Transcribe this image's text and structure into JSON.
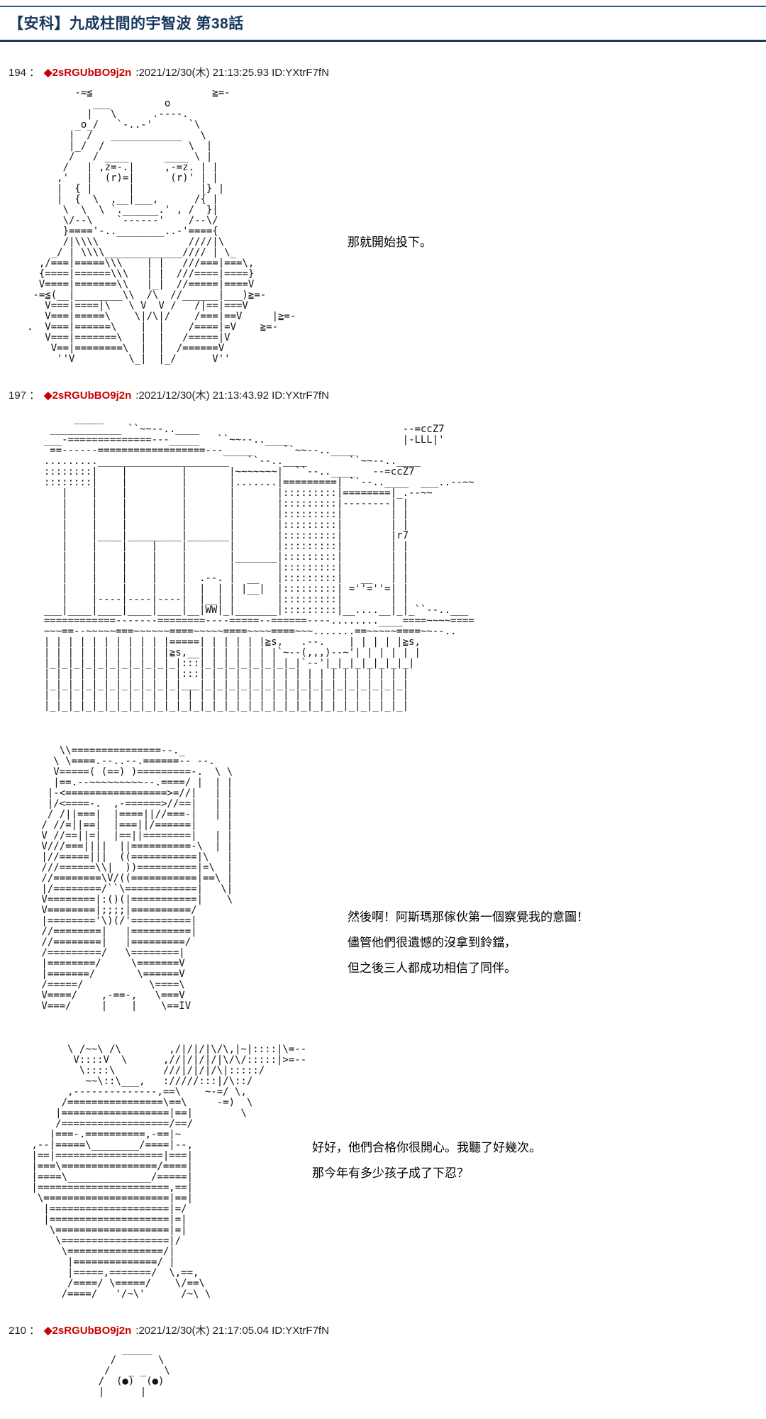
{
  "page": {
    "title": "【安科】九成柱間的宇智波 第38話"
  },
  "colors": {
    "title_navy": "#17375e",
    "rule_top": "#2f5793",
    "tripcode_red": "#cc0000",
    "text": "#000000",
    "background": "#ffffff"
  },
  "posts": [
    {
      "number": "194",
      "sep": "：",
      "tripcode": "◆2sRGUbBO9j2n",
      "meta": ":2021/12/30(木) 21:13:25.93 ID:YXtrF7fN",
      "segments": [
        {
          "aa": [
            "        -=≦                    ≧=-",
            "           ___         o",
            "          |   \\      .----.",
            "        _o_/   `-..-'      `\\",
            "       |  /   ____________   \\",
            "       |_/  /              \\  |",
            "       /   / ____      ____ \\ |",
            "      /   | ,z=-.|     ,-=z. | |",
            "     ,'   |  (r)=|      (r)' | |",
            "     |  { |      |           |} |",
            "     |  {  \\  ,__|___,      /{ |",
            "      \\  \\  \\ `.______.' , /  }|",
            "      \\/--\\    `------'    /--\\/",
            "      }===='-..________..-'===={",
            "      /|\\\\\\\\               ////|\\",
            "    _/ | \\\\\\\\_____________//// | \\_",
            "  ,/===|=====\\\\\\    | |   ///===|===\\,",
            "  {====|======\\\\\\   | |  ///====|====}",
            "  V====|=======\\\\   |_|  //=====|====V",
            " -=≦(__|________\\\\  /\\  //______|___)≧=-",
            "   V===|====|\\   \\ V  V /   /|==|===V",
            "   V===|=====\\    \\|/\\|/    /===|==V     |≧=-",
            ".  V===|======\\    |  |    /====|=V    ≧=-",
            "   V===|=======\\   |  |   /=====|V",
            "    V==|========\\  |  |  /======V",
            "     ''V         \\_|  |_/      V''"
          ],
          "dialogue": [
            "那就開始投下。"
          ]
        }
      ]
    },
    {
      "number": "197",
      "sep": "：",
      "tripcode": "◆2sRGUbBO9j2n",
      "meta": ":2021/12/30(木) 21:13:43.92 ID:YXtrF7fN",
      "segments": [
        {
          "aa": [
            "       _____",
            "   ____________ ``~~--..____                                  --=ccZ7",
            "  ___-==============---_____   ``~~--..____                   |-LLL|'",
            "   ==------==================---_____     ``~~--..____",
            "  .........______________________   ``--..____       ``~~--..____",
            "  ::::::::|    |         |       |~~~~~~~|  ``--..____   --=ccZ7",
            "  ::::::::|    |         |       |.......|=========| ``--..____  ___..--~~",
            "     |    |    |         |       |       |:::::::::|========|_.--~~",
            "     |    |    |         |       |       |:::::::::|--------| |",
            "     |    |    |         |       |       |:::::::::|        | |",
            "     |    |    |         |       |       |:::::::::|        | |",
            "     |    |____|_________|_______|       |:::::::::|        |r7",
            "     |    |    |    |    |       |       |:::::::::|        | |",
            "     |    |    |    |    |       |_______|:::::::::|        | |",
            "     |    |    |    |    |       |       |:::::::::|        | |",
            "     |    |    |    |    |  .--. |  __   |:::::::::|   __   | |",
            "     |    |    |    |    |  |  | | |__|  |:::::::::| =''=''=| |",
            "     |    |----|----|----|  |__| |       |:::::::::|        | |",
            "  ___|____|____|____|____|__|WW|_|_______|:::::::::|__....__|_|_``--..___",
            "  ============-------========----=====--======----........____====~~~~====",
            "  ~~~==--~~~~~===~~~~~~====~~~~~====~~~~====~~~.......==~~~~~====~~--..",
            "  | | | | | | | | | | |=====| | | | | |≧s,   .--.    | | | | |≧s,",
            "  | | | | | | | | | | |≧s,__| | | | | | |`~--(,,,)--~'| | | | | |",
            "  |_|_|_|_|_|_|_|_|_|_|_|:::|_|_|_|_|_|_|_|_|`--'|_|_|_|_|_|_|_|",
            "  | | | | | | | | | | | |:::| | | | | | | | | | | | | | | | | |",
            "  |_|_|_|_|_|_|_|_|_|_|_|___|_|_|_|_|_|_|_|_|_|_|_|_|_|_|_|_|_|",
            "  | | | | | | | | | | | | | | | | | | | | | | | | | | | | | | |",
            "  |_|_|_|_|_|_|_|_|_|_|_|_|_|_|_|_|_|_|_|_|_|_|_|_|_|_|_|_|_|_|"
          ]
        },
        {
          "aa": [
            "    \\\\===============--._",
            "   \\ \\====.--..--.======-- --.",
            "   V=====( (==) )=========-.  \\ \\",
            "   |==.--~~~~~~~~~--.====/ |  | |",
            "  |-<=================>=//|   | |",
            "  |/<====-.  ,-======>//==|   | |",
            "  / /||===|  |====||//===-|   | |",
            " / //=||==|  |===||/======|     |",
            " V //==||=|  |==||========|   | |",
            " V///===||||  ||==========-\\  | |",
            " |//=====|||  ((===========|\\   |",
            " ///======\\\\|  ))==========|=\\  |",
            " //========\\V/((===========|==\\ |",
            " |/========/``\\============|   \\|",
            " V========|:()(|===========|    \\",
            " V========|;;;;|==========/",
            " |========'\\)(/'==========|",
            " //========|   |==========|",
            " //========|   |=========/",
            " /=========/   \\========|",
            " |========/     \\=======V",
            " |=======/       \\======V",
            " /=====/           \\====\\",
            " V====/    ,-==-,   \\===V",
            " V===/     |    |    \\==IV"
          ],
          "dialogue": [
            "然後啊！阿斯瑪那傢伙第一個察覺我的意圖！",
            "儘管他們很遺憾的沒拿到鈴鐺，",
            "但之後三人都成功相信了同伴。"
          ]
        },
        {
          "aa": [
            "       \\ /~~\\ /\\        ,/|/|/|\\/\\,|~|::::|\\=--",
            "        V::::V  \\      ,//|/|/|/|\\/\\/:::::|>=--",
            "         \\::::\\        ///|/|/|/\\|:::::/",
            "          ~~\\::\\___,   ://///:::|/\\::/",
            "       ,--------------,==\\    ~-=/ \\,",
            "      /================\\==\\     -=)  \\",
            "     |==================|==|        \\",
            "     /==================/==/",
            "    |===-.==========,-==|~",
            " ,--|=====\\________/====|--,",
            " |==|==================|===|",
            " |===\\================/====|",
            " |====\\______________/=====|",
            " |======================,==|",
            "  \\=====================|==|",
            "   |====================|=/",
            "   |====================|=|",
            "    \\===================|=|",
            "     \\==================|/",
            "      \\================/|",
            "       |==============/ |",
            "       |=====,=======/  \\,==,",
            "       /====/ \\=====/    \\/==\\",
            "      /====/   '/~\\'      /~\\ \\"
          ],
          "dialogue": [
            "好好，他們合格你很開心。我聽了好幾次。",
            "那今年有多少孩子成了下忍？"
          ]
        }
      ]
    },
    {
      "number": "210",
      "sep": "：",
      "tripcode": "◆2sRGUbBO9j2n",
      "meta": ":2021/12/30(木) 21:17:05.04 ID:YXtrF7fN",
      "segments": [
        {
          "aa": [
            "        _____",
            "      /       \\",
            "     /   _ _   \\",
            "    /  (●)  (●)",
            "    |      |"
          ]
        }
      ]
    }
  ]
}
